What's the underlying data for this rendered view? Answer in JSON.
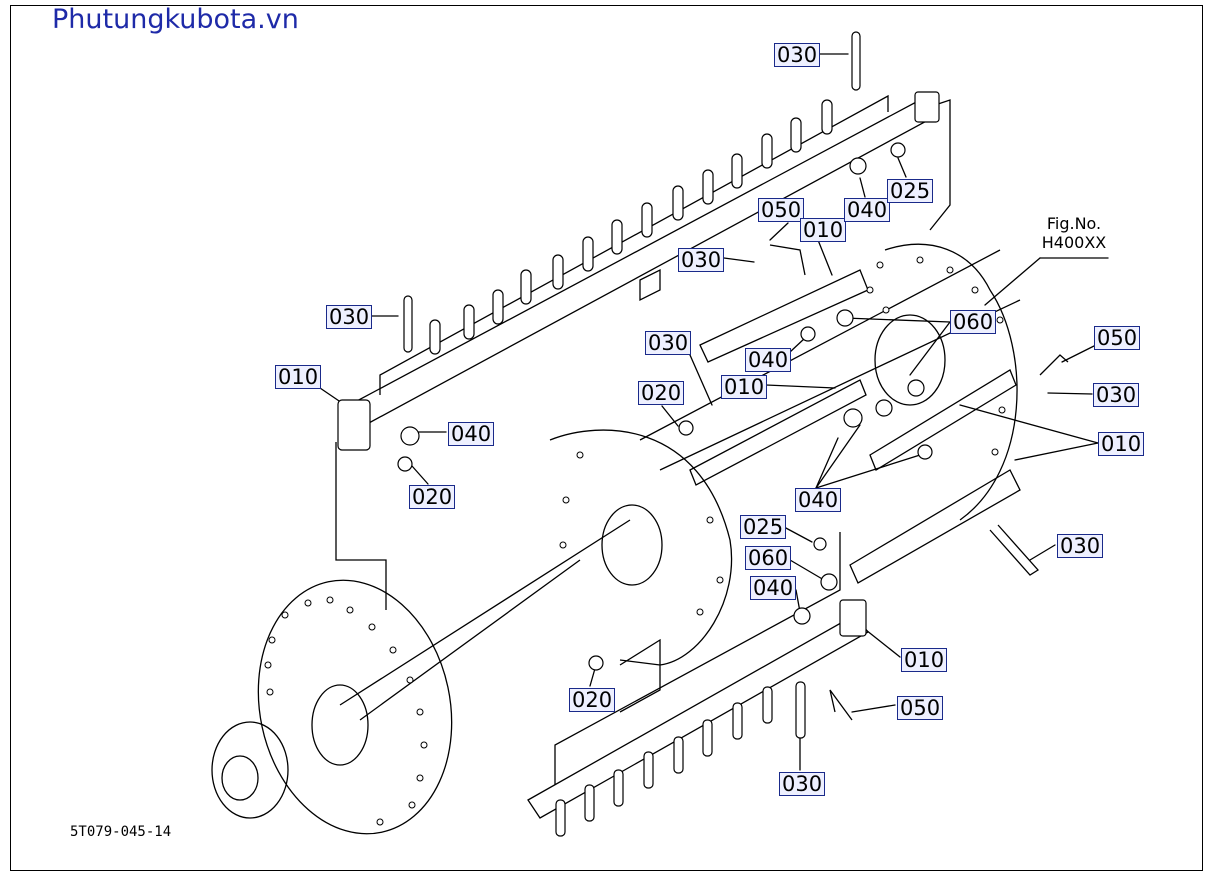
{
  "watermark": "Phutungkubota.vn",
  "figure": {
    "line1": "Fig.No.",
    "line2": "H400XX"
  },
  "drawing_code": "5T079-045-14",
  "callouts": [
    {
      "id": "c1",
      "label": "030"
    },
    {
      "id": "c2",
      "label": "030"
    },
    {
      "id": "c3",
      "label": "010"
    },
    {
      "id": "c4",
      "label": "040"
    },
    {
      "id": "c5",
      "label": "020"
    },
    {
      "id": "c6",
      "label": "050"
    },
    {
      "id": "c7",
      "label": "010"
    },
    {
      "id": "c8",
      "label": "030"
    },
    {
      "id": "c9",
      "label": "040"
    },
    {
      "id": "c10",
      "label": "025"
    },
    {
      "id": "c11",
      "label": "030"
    },
    {
      "id": "c12",
      "label": "040"
    },
    {
      "id": "c13",
      "label": "060"
    },
    {
      "id": "c14",
      "label": "010"
    },
    {
      "id": "c15",
      "label": "020"
    },
    {
      "id": "c16",
      "label": "050"
    },
    {
      "id": "c17",
      "label": "030"
    },
    {
      "id": "c18",
      "label": "010"
    },
    {
      "id": "c19",
      "label": "040"
    },
    {
      "id": "c20",
      "label": "025"
    },
    {
      "id": "c21",
      "label": "060"
    },
    {
      "id": "c22",
      "label": "040"
    },
    {
      "id": "c23",
      "label": "030"
    },
    {
      "id": "c24",
      "label": "020"
    },
    {
      "id": "c25",
      "label": "010"
    },
    {
      "id": "c26",
      "label": "050"
    },
    {
      "id": "c27",
      "label": "030"
    }
  ]
}
